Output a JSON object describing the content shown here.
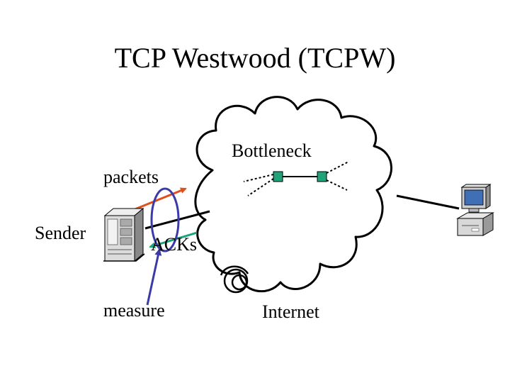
{
  "title": "TCP Westwood (TCPW)",
  "labels": {
    "bottleneck": "Bottleneck",
    "packets": "packets",
    "sender": "Sender",
    "acks": "ACKs",
    "measure": "measure",
    "internet": "Internet"
  },
  "colors": {
    "packets_arrow": "#e0501e",
    "acks_arrow": "#1aa37a",
    "measure_loop": "#3b3ba8",
    "router": "#1fa37a",
    "link": "#000000"
  }
}
